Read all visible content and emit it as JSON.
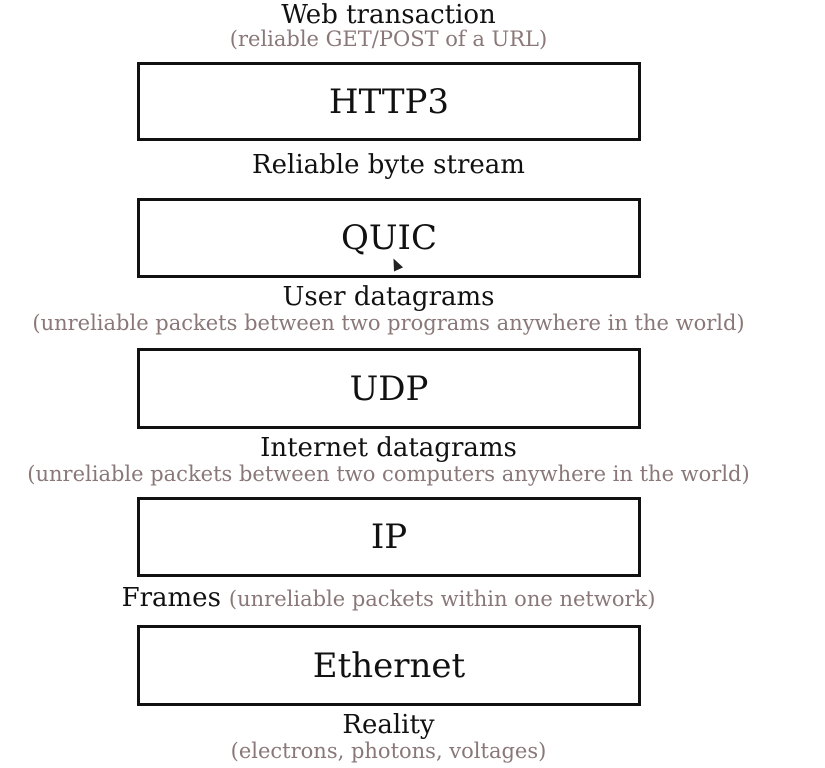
{
  "layers": [
    {
      "name": "HTTP3"
    },
    {
      "name": "QUIC"
    },
    {
      "name": "UDP"
    },
    {
      "name": "IP"
    },
    {
      "name": "Ethernet"
    }
  ],
  "interfaces": [
    {
      "title": "Web transaction",
      "subtitle": "(reliable GET/POST of a URL)"
    },
    {
      "title": "Reliable byte stream",
      "subtitle": ""
    },
    {
      "title": "User datagrams",
      "subtitle": "(unreliable packets between two programs anywhere in the world)"
    },
    {
      "title": "Internet datagrams",
      "subtitle": "(unreliable packets between two computers anywhere in the world)"
    },
    {
      "title": "Frames",
      "subtitle": "(unreliable packets within one network)"
    },
    {
      "title": "Reality",
      "subtitle": "(electrons, photons, voltages)"
    }
  ]
}
